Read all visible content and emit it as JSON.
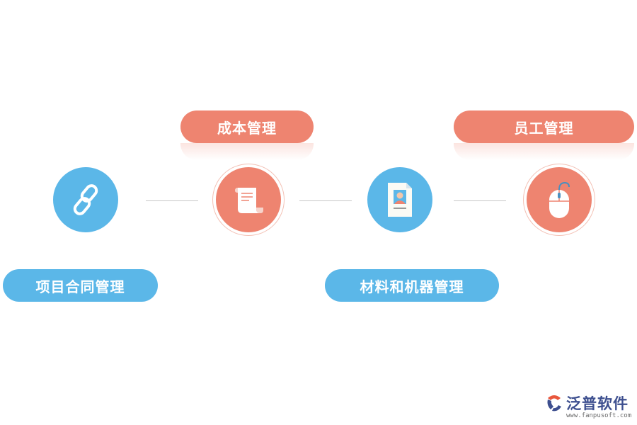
{
  "steps": [
    {
      "label": "项目合同管理",
      "icon": "link-icon",
      "color": "#5bb7e8"
    },
    {
      "label": "成本管理",
      "icon": "scroll-icon",
      "color": "#ee8470"
    },
    {
      "label": "材料和机器管理",
      "icon": "id-document-icon",
      "color": "#5bb7e8"
    },
    {
      "label": "员工管理",
      "icon": "mouse-icon",
      "color": "#ee8470"
    }
  ],
  "logo": {
    "name": "泛普软件",
    "url": "www.fanpusoft.com"
  }
}
